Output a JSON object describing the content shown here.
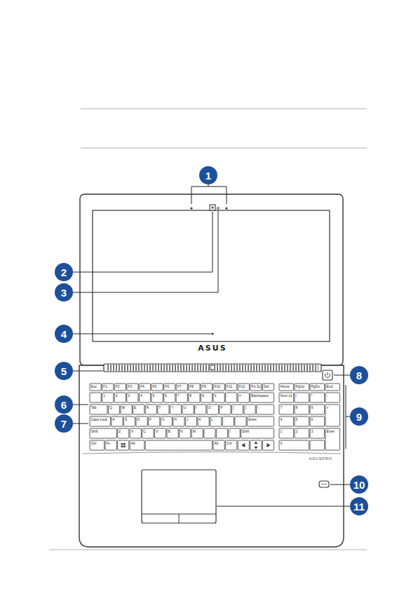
{
  "diagram": {
    "nodes": [
      {
        "text": [
          "1"
        ]
      },
      {
        "text": [
          "2"
        ]
      },
      {
        "text": [
          "3"
        ]
      },
      {
        "text": [
          "4"
        ]
      },
      {
        "text": [
          "5"
        ]
      },
      {
        "text": [
          "6"
        ]
      },
      {
        "text": [
          "7"
        ]
      },
      {
        "text": [
          "8"
        ]
      },
      {
        "text": [
          "9"
        ]
      },
      {
        "text": [
          "10"
        ]
      },
      {
        "text": [
          "11"
        ]
      }
    ],
    "labels": [
      "ASUS",
      "ASUSPRO",
      "Esc",
      "F1",
      "F2",
      "F3",
      "F4",
      "F5",
      "F6",
      "F7",
      "F8",
      "F9",
      "F10",
      "F11",
      "F12",
      "Prt Sc",
      "Del",
      "`",
      "1",
      "2",
      "3",
      "4",
      "5",
      "6",
      "7",
      "8",
      "9",
      "0",
      "-",
      "=",
      "Backspace",
      "Tab",
      "Q",
      "W",
      "E",
      "R",
      "T",
      "Y",
      "U",
      "I",
      "O",
      "P",
      "[",
      "]",
      "\\",
      "Caps Lock",
      "A",
      "S",
      "D",
      "F",
      "G",
      "H",
      "J",
      "K",
      "L",
      ";",
      "'",
      "Enter",
      "Shift",
      "Z",
      "X",
      "C",
      "V",
      "B",
      "N",
      "M",
      ",",
      ".",
      "/",
      "Shift",
      "Ctrl",
      "Fn",
      "Alt",
      "Alt",
      "Ctrl",
      "Home",
      "PgUp",
      "PgDn",
      "End",
      "Num Lk",
      "/",
      "*",
      "-",
      "7",
      "8",
      "9",
      "+",
      "4",
      "5",
      "6",
      "1",
      "2",
      "3",
      "Enter",
      "0",
      "."
    ]
  }
}
